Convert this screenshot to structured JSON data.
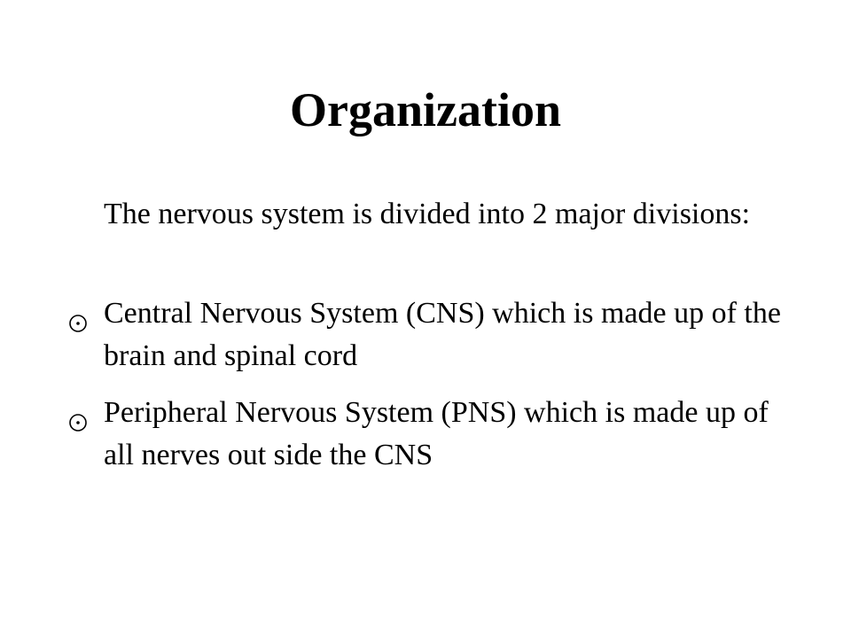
{
  "slide": {
    "title": "Organization",
    "intro": "The nervous system is divided into 2 major divisions:",
    "bullets": [
      {
        "icon": "circle-dot-bullet-icon",
        "text": "Central Nervous System (CNS) which is made up of the brain and spinal cord"
      },
      {
        "icon": "circle-dot-bullet-icon",
        "text": "Peripheral Nervous System (PNS) which is made up of all nerves out side the CNS"
      }
    ]
  }
}
